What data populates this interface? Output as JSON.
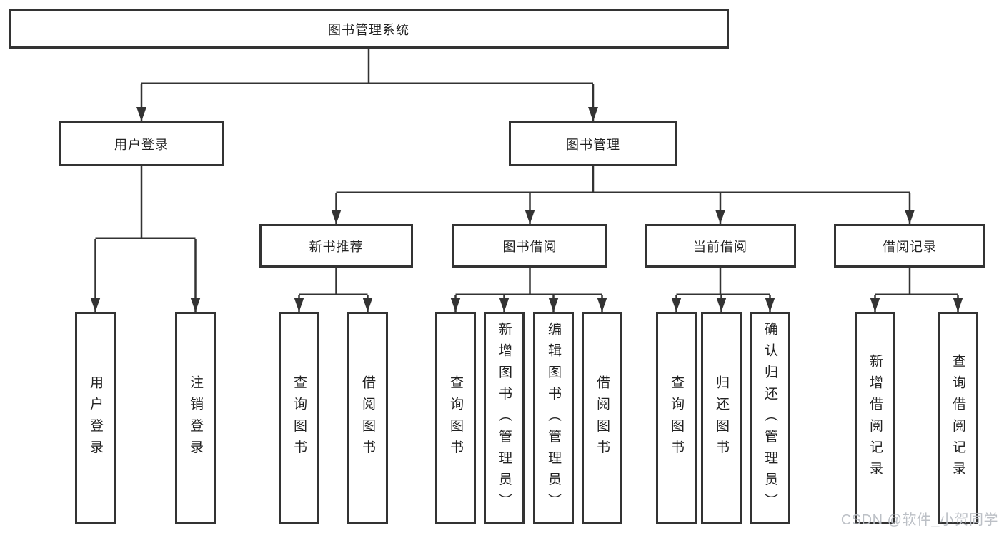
{
  "colors": {
    "line": "#333333",
    "box-border": "#333333",
    "text": "#222222",
    "background": "#ffffff",
    "watermark": "#b9bdc3"
  },
  "watermark": {
    "text": "CSDN @软件_小贺同学"
  },
  "diagram": {
    "type": "tree",
    "root": {
      "label": "图书管理系统",
      "children": [
        {
          "label": "用户登录",
          "children": [
            {
              "label": "用户登录"
            },
            {
              "label": "注销登录"
            }
          ]
        },
        {
          "label": "图书管理",
          "children": [
            {
              "label": "新书推荐",
              "children": [
                {
                  "label": "查询图书"
                },
                {
                  "label": "借阅图书"
                }
              ]
            },
            {
              "label": "图书借阅",
              "children": [
                {
                  "label": "查询图书"
                },
                {
                  "label": "新增图书（管理员）"
                },
                {
                  "label": "编辑图书（管理员）"
                },
                {
                  "label": "借阅图书"
                }
              ]
            },
            {
              "label": "当前借阅",
              "children": [
                {
                  "label": "查询图书"
                },
                {
                  "label": "归还图书"
                },
                {
                  "label": "确认归还（管理员）"
                }
              ]
            },
            {
              "label": "借阅记录",
              "children": [
                {
                  "label": "新增借阅记录"
                },
                {
                  "label": "查询借阅记录"
                }
              ]
            }
          ]
        }
      ]
    }
  }
}
